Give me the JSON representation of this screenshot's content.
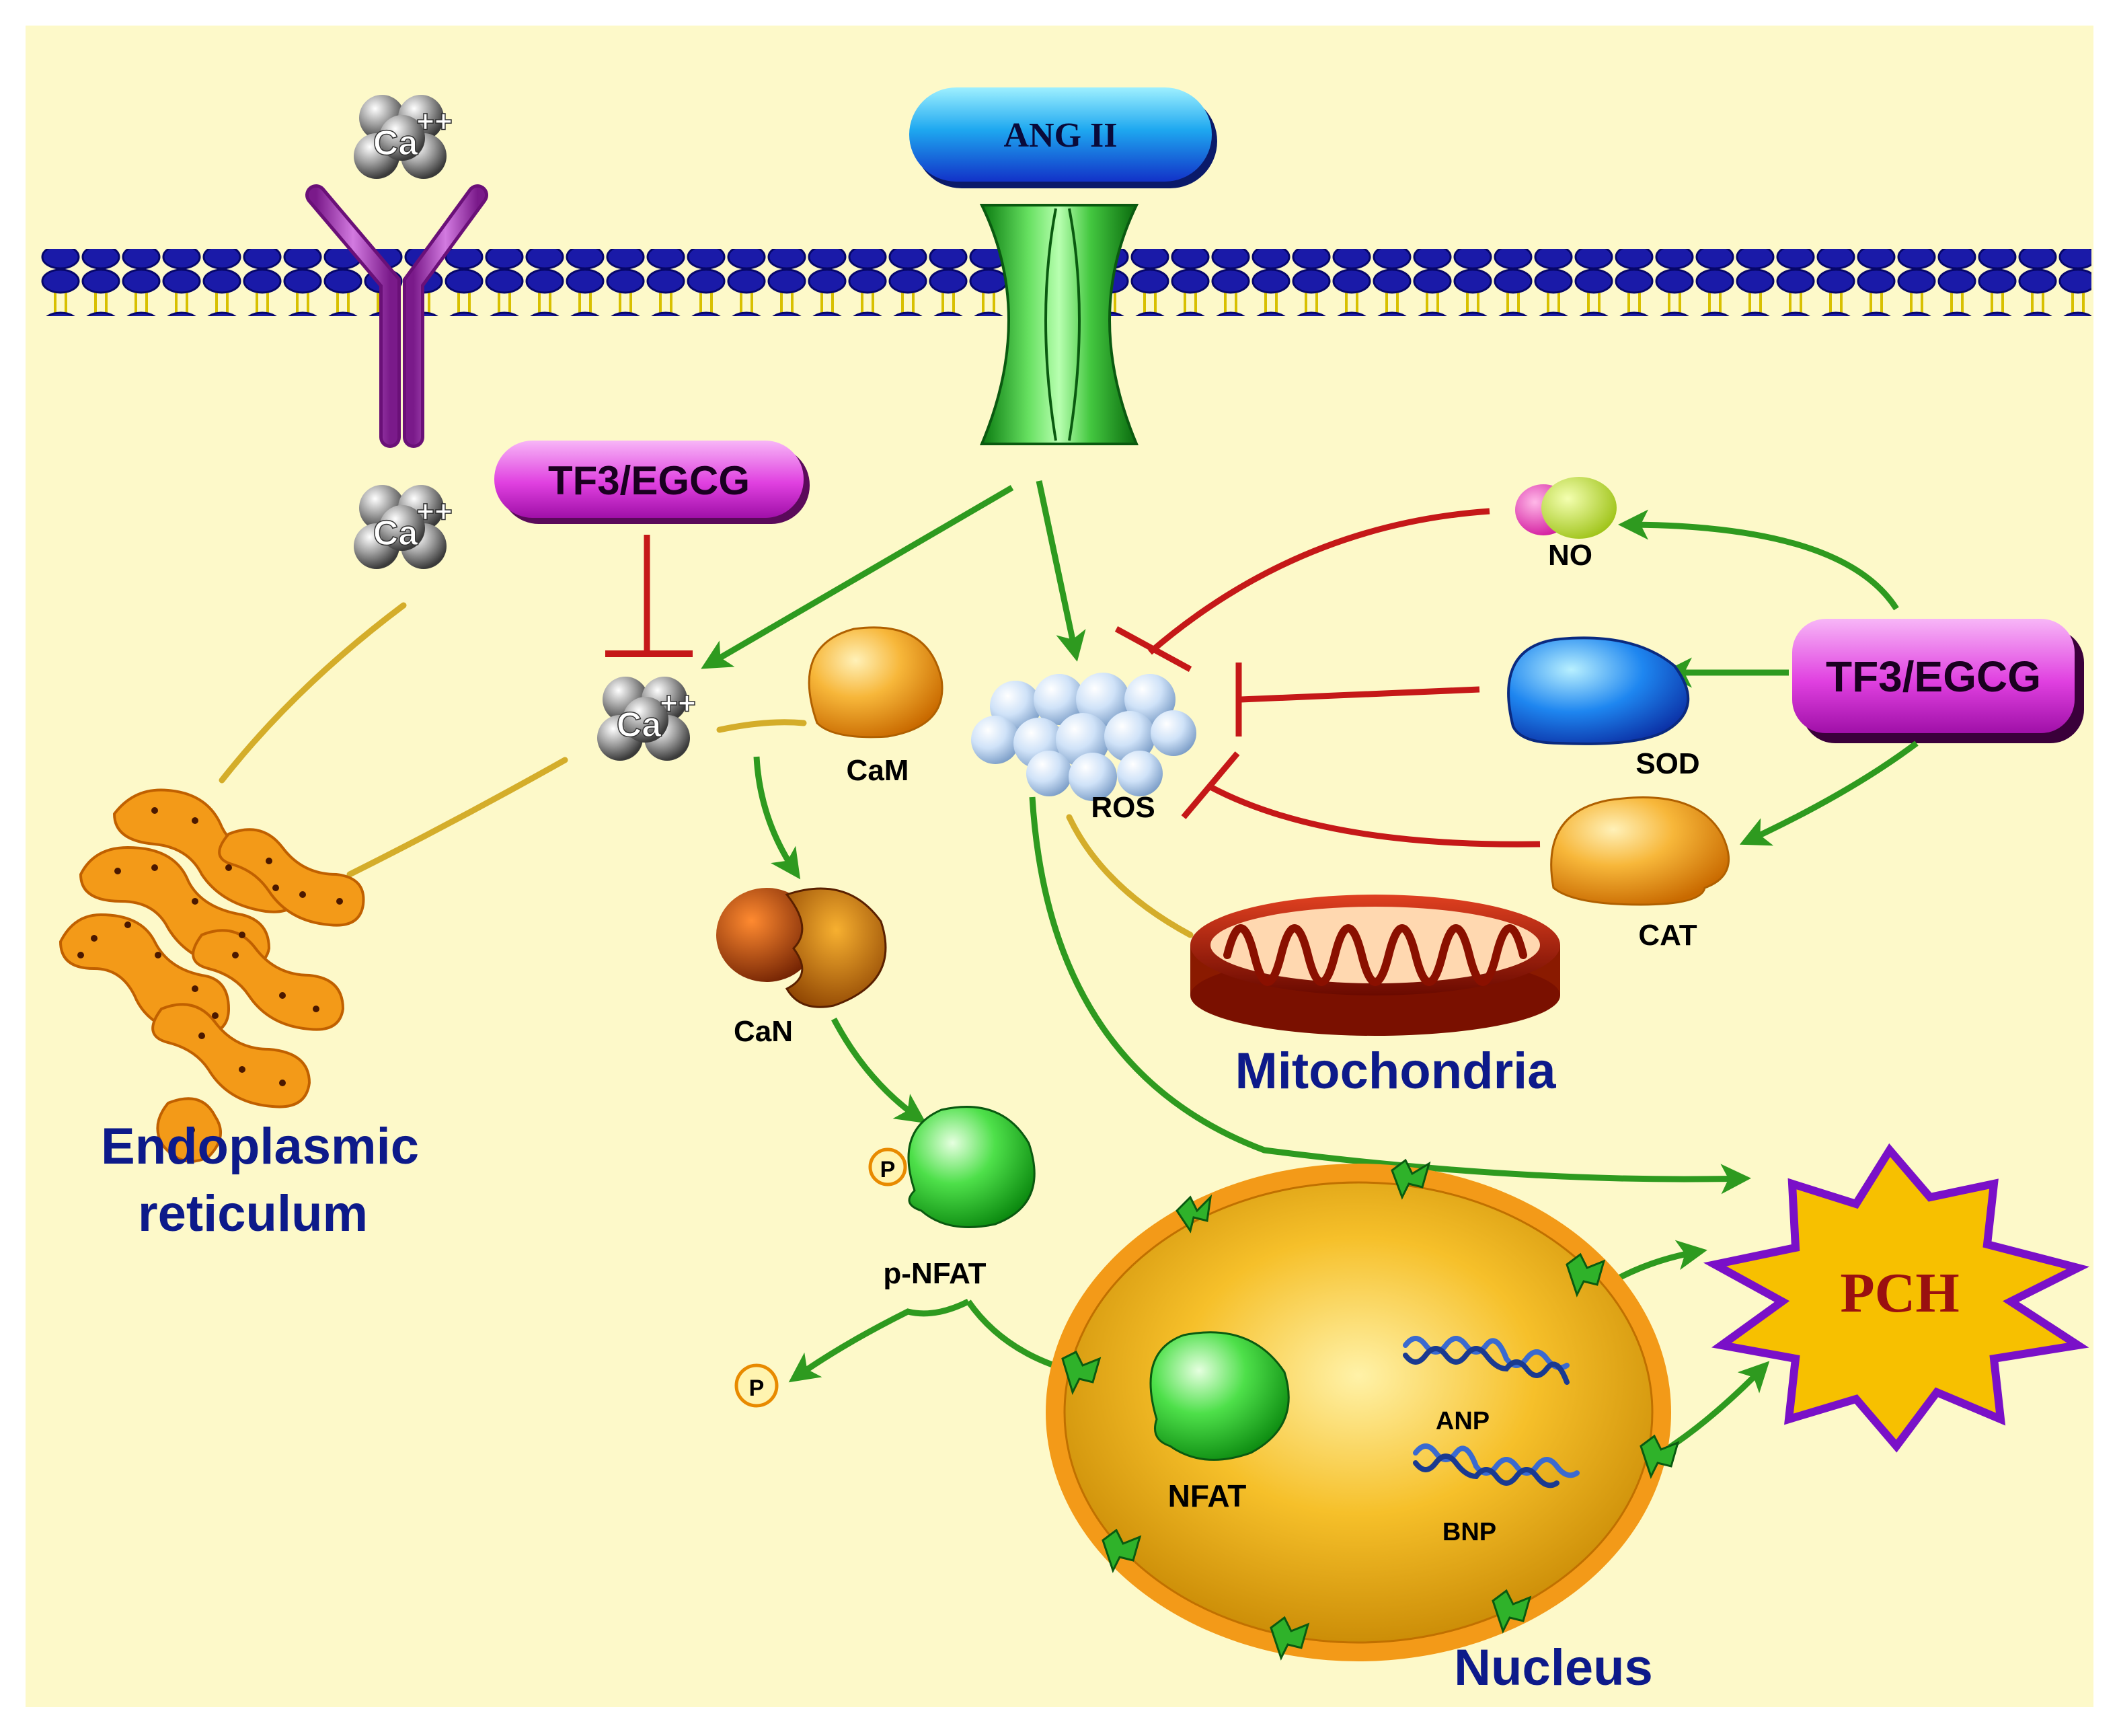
{
  "labels": {
    "ang2": "ANG II",
    "tf3_left": "TF3/EGCG",
    "tf3_right": "TF3/EGCG",
    "ca_top": "Ca",
    "ca_top_charge": "++",
    "ca_mid": "Ca",
    "ca_mid_charge": "++",
    "ca_center": "Ca",
    "ca_center_charge": "++",
    "cam": "CaM",
    "can": "CaN",
    "pnfat": "p-NFAT",
    "p_attached": "P",
    "p_free": "P",
    "ros": "ROS",
    "no": "NO",
    "sod": "SOD",
    "cat": "CAT",
    "mito": "Mitochondria",
    "er_line1": "Endoplasmic",
    "er_line2": "reticulum",
    "nfat": "NFAT",
    "anp": "ANP",
    "bnp": "BNP",
    "nucleus": "Nucleus",
    "pch": "PCH"
  },
  "colors": {
    "background": "#fdf9c9",
    "activation_arrow": "#2e9a1f",
    "inhibition": "#c51818",
    "association_line": "#d4ad2a",
    "label_blue": "#0d1a8a",
    "pch_text": "#9a1010",
    "membrane_head": "#1a1aa8",
    "membrane_tail": "#e8d200"
  }
}
